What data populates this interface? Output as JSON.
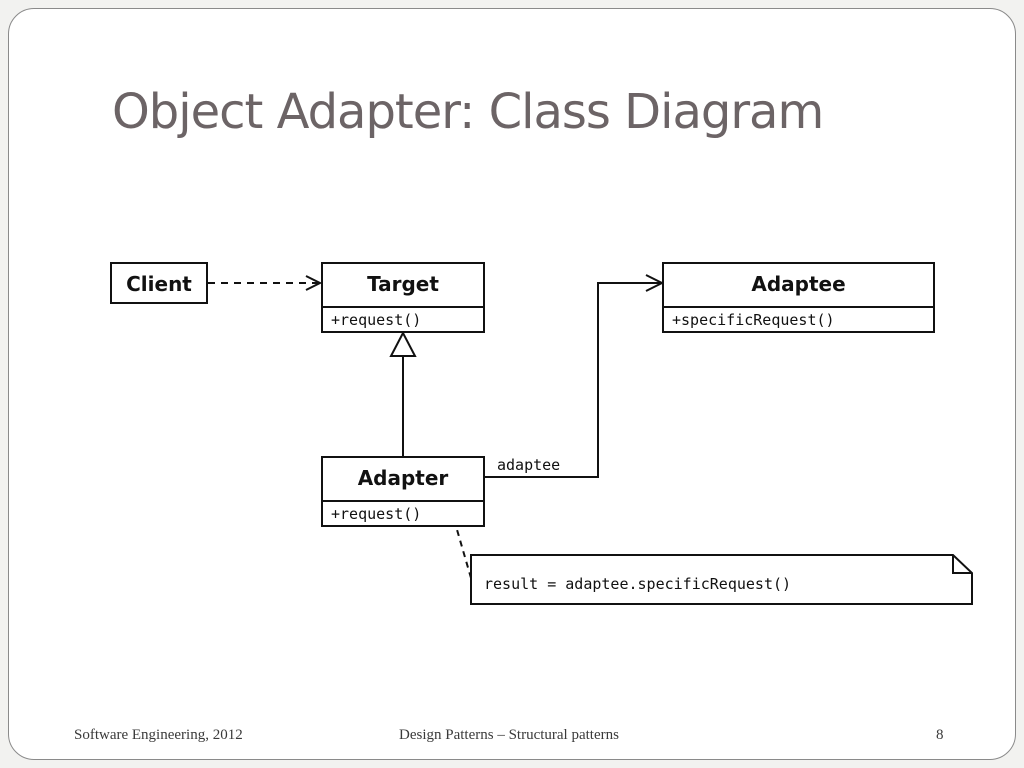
{
  "slide": {
    "title": "Object Adapter: Class Diagram"
  },
  "diagram": {
    "classes": {
      "client": {
        "name": "Client"
      },
      "target": {
        "name": "Target",
        "operation": "+request()"
      },
      "adaptee": {
        "name": "Adaptee",
        "operation": "+specificRequest()"
      },
      "adapter": {
        "name": "Adapter",
        "operation": "+request()"
      }
    },
    "association_label": "adaptee",
    "note": "result = adaptee.specificRequest()"
  },
  "footer": {
    "left": "Software Engineering, 2012",
    "center": "Design Patterns – Structural patterns",
    "page_number": "8"
  }
}
